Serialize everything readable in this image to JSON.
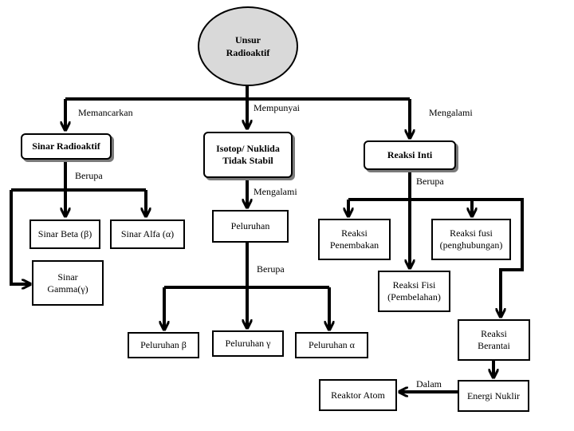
{
  "root": {
    "label": "Unsur\nRadioaktif"
  },
  "edges": {
    "memancarkan": "Memancarkan",
    "mempunyai": "Mempunyai",
    "mengalami_top": "Mengalami",
    "berupa_left": "Berupa",
    "mengalami_mid": "Mengalami",
    "berupa_right": "Berupa",
    "berupa_mid": "Berupa",
    "dalam": "Dalam"
  },
  "nodes": {
    "sinar_radioaktif": "Sinar Radioaktif",
    "isotop": "Isotop/ Nuklida\nTidak Stabil",
    "reaksi_inti": "Reaksi Inti",
    "sinar_beta": "Sinar Beta (β)",
    "sinar_alfa": "Sinar Alfa (α)",
    "sinar_gamma": "Sinar\nGamma(γ)",
    "peluruhan": "Peluruhan",
    "reaksi_penembakan": "Reaksi\nPenembakan",
    "reaksi_fusi": "Reaksi fusi\n(penghubungan)",
    "reaksi_fisi": "Reaksi Fisi\n(Pembelahan)",
    "peluruhan_beta": "Peluruhan β",
    "peluruhan_gamma": "Peluruhan γ",
    "peluruhan_alfa": "Peluruhan α",
    "reaksi_berantai": "Reaksi\nBerantai",
    "reaktor_atom": "Reaktor Atom",
    "energi_nuklir": "Energi Nuklir"
  },
  "colors": {
    "line": "#000000",
    "ellipse_fill": "#d9d9d9",
    "shadow": "#7a7a7a"
  }
}
